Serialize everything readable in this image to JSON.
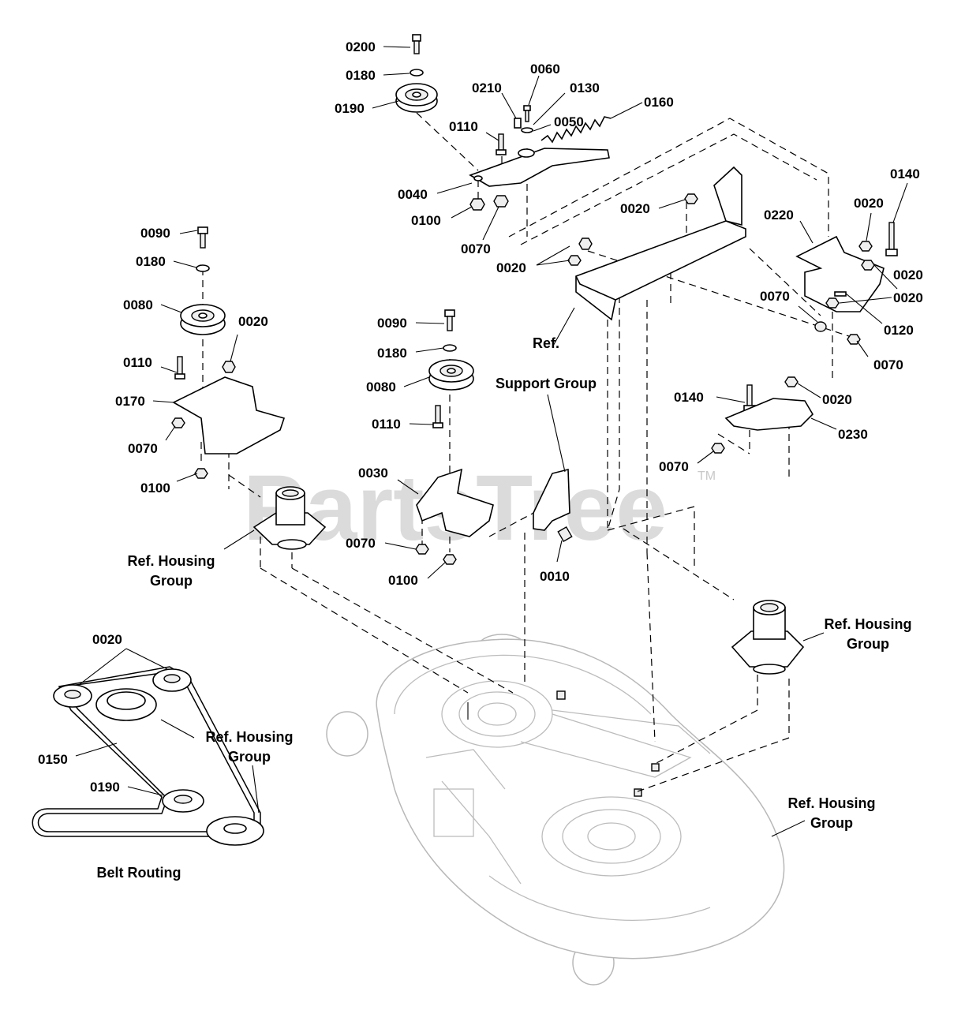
{
  "watermark": {
    "text": "PartsTree",
    "tm": "TM"
  },
  "labels": {
    "l0200": "0200",
    "l0180a": "0180",
    "l0190a": "0190",
    "l0210": "0210",
    "l0060": "0060",
    "l0130": "0130",
    "l0050": "0050",
    "l0160": "0160",
    "l0110a": "0110",
    "l0040": "0040",
    "l0100a": "0100",
    "l0070a": "0070",
    "l0020a": "0020",
    "l0020b": "0020",
    "l0220": "0220",
    "l0020c": "0020",
    "l0140a": "0140",
    "l0020d": "0020",
    "l0020e": "0020",
    "l0070b": "0070",
    "l0120": "0120",
    "l0070c": "0070",
    "l0090a": "0090",
    "l0180b": "0180",
    "l0080a": "0080",
    "l0020f": "0020",
    "l0110b": "0110",
    "l0170": "0170",
    "l0070d": "0070",
    "l0100b": "0100",
    "l0090b": "0090",
    "l0180c": "0180",
    "l0080b": "0080",
    "l0110c": "0110",
    "l0030": "0030",
    "l0070e": "0070",
    "l0100c": "0100",
    "l0010": "0010",
    "l0140b": "0140",
    "l0020g": "0020",
    "l0230": "0230",
    "l0070f": "0070",
    "l0020h": "0020",
    "l0150": "0150",
    "l0190b": "0190"
  },
  "refs": {
    "support_1": "Ref.",
    "support_2": "Support Group",
    "housing_a1": "Ref. Housing",
    "housing_a2": "Group",
    "housing_b1": "Ref. Housing",
    "housing_b2": "Group",
    "housing_c1": "Ref. Housing",
    "housing_c2": "Group",
    "housing_d1": "Ref. Housing",
    "housing_d2": "Group",
    "belt_routing": "Belt Routing"
  }
}
